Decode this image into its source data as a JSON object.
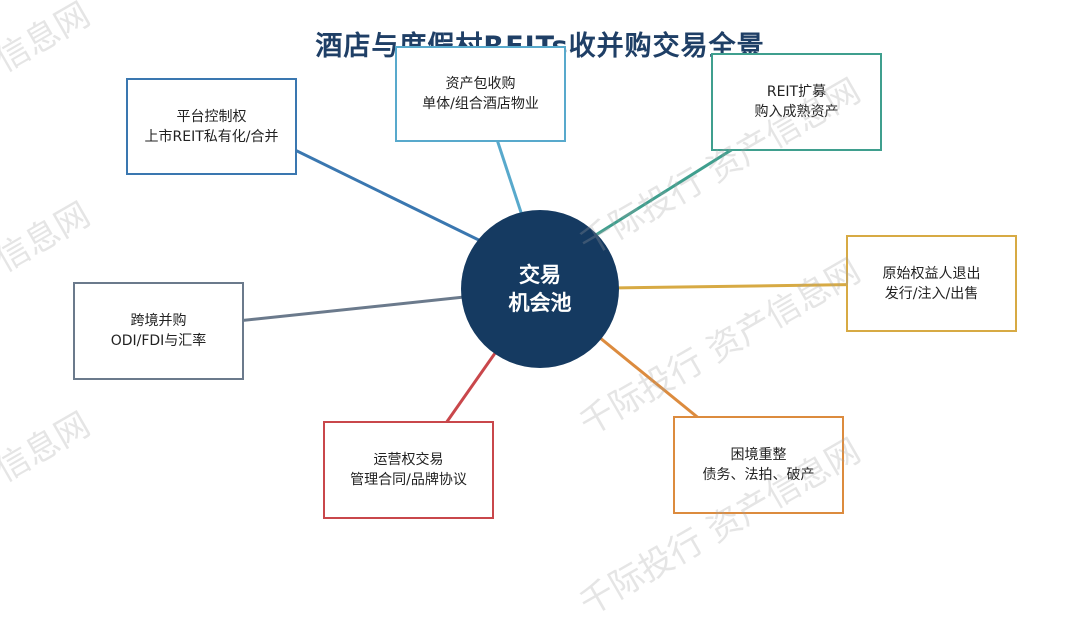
{
  "title": "酒店与度假村REITs收并购交易全景",
  "hub": {
    "line1": "交易",
    "line2": "机会池"
  },
  "colors": {
    "hub": "#153a61",
    "title": "#1f3f66",
    "platform": "#3a77b0",
    "asset": "#58a9cc",
    "reit": "#3f9f8e",
    "origin": "#d7aa44",
    "distress": "#dc8b3e",
    "operating": "#c9474b",
    "crossborder": "#6b7a8c"
  },
  "nodes": {
    "platform": {
      "line1": "平台控制权",
      "line2": "上市REIT私有化/合并"
    },
    "asset": {
      "line1": "资产包收购",
      "line2": "单体/组合酒店物业"
    },
    "reit": {
      "line1": "REIT扩募",
      "line2": "购入成熟资产"
    },
    "origin": {
      "line1": "原始权益人退出",
      "line2": "发行/注入/出售"
    },
    "distress": {
      "line1": "困境重整",
      "line2": "债务、法拍、破产"
    },
    "operating": {
      "line1": "运营权交易",
      "line2": "管理合同/品牌协议"
    },
    "crossborder": {
      "line1": "跨境并购",
      "line2": "ODI/FDI与汇率"
    }
  },
  "watermark": {
    "text1": "千际投行 资产信息网",
    "text2": "信息网"
  }
}
